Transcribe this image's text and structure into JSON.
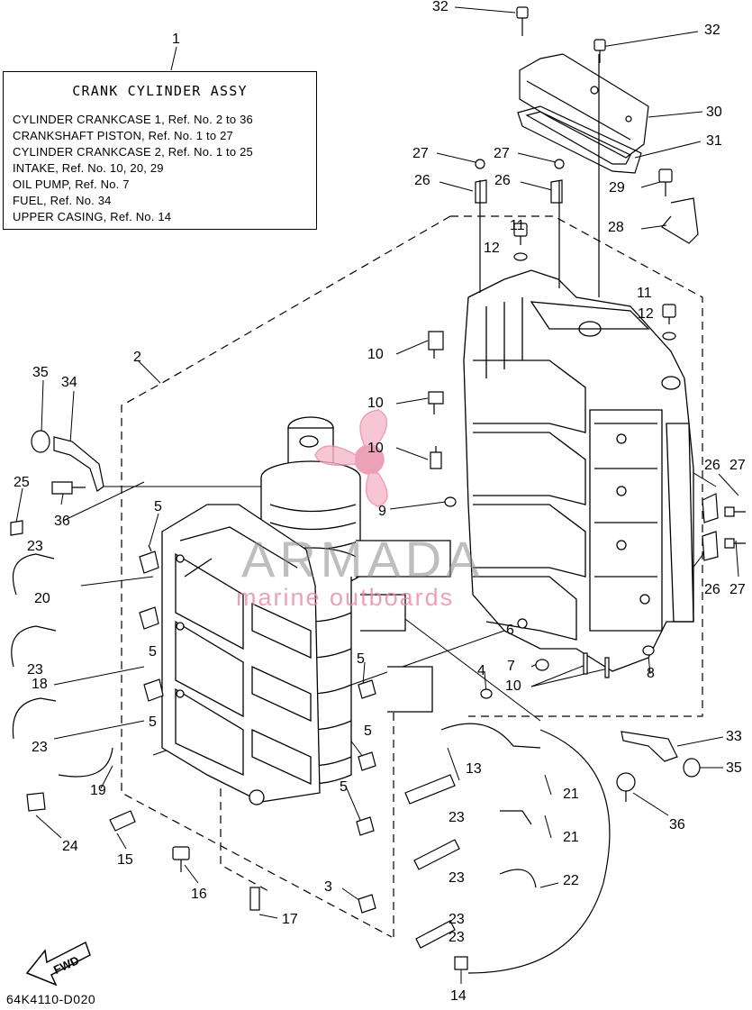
{
  "info_box": {
    "title": "CRANK CYLINDER ASSY",
    "lines": [
      "CYLINDER CRANKCASE 1, Ref. No. 2 to 36",
      "CRANKSHAFT PISTON, Ref. No. 1 to 27",
      "CYLINDER CRANKCASE 2, Ref. No. 1 to 25",
      "INTAKE, Ref. No. 10, 20, 29",
      "OIL PUMP, Ref. No. 7",
      "FUEL, Ref. No. 34",
      "UPPER CASING, Ref. No. 14"
    ]
  },
  "watermark": {
    "brand": "ARMADA",
    "tagline": "marine outboards"
  },
  "diagram_code": "64K4110-D020",
  "fwd_label": "FWD",
  "callouts": [
    "1",
    "2",
    "3",
    "4",
    "5",
    "5",
    "5",
    "5",
    "5",
    "5",
    "6",
    "7",
    "8",
    "9",
    "10",
    "10",
    "10",
    "10",
    "11",
    "11",
    "12",
    "12",
    "13",
    "14",
    "15",
    "16",
    "17",
    "18",
    "19",
    "20",
    "21",
    "21",
    "22",
    "23",
    "23",
    "23",
    "23",
    "23",
    "23",
    "23",
    "24",
    "25",
    "26",
    "26",
    "26",
    "26",
    "27",
    "27",
    "27",
    "27",
    "28",
    "29",
    "30",
    "31",
    "32",
    "32",
    "33",
    "34",
    "35",
    "35",
    "36",
    "36"
  ]
}
